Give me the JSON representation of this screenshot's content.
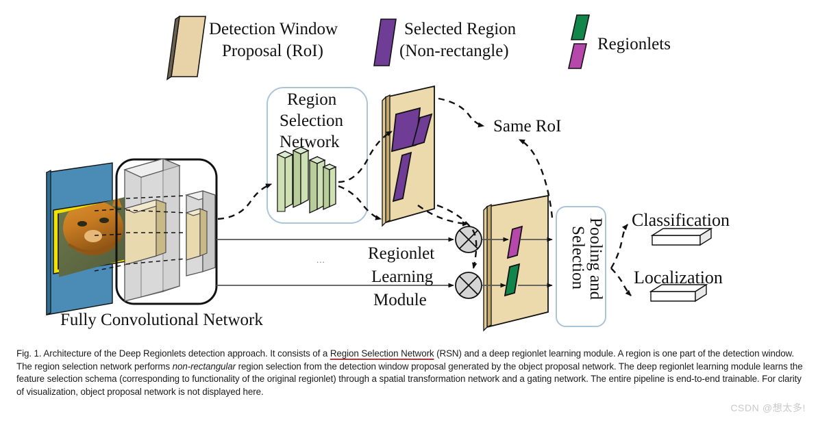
{
  "figure": {
    "legend": [
      {
        "id": "detection-window",
        "label_line1": "Detection Window",
        "label_line2": "Proposal (RoI)",
        "color": "#e8d3a9",
        "shape": "parallelogram"
      },
      {
        "id": "selected-region",
        "label_line1": "Selected Region",
        "label_line2": "(Non-rectangle)",
        "color": "#6f3d96",
        "shape": "parallelogram"
      },
      {
        "id": "regionlets",
        "label_line1": "Regionlets",
        "label_line2": "",
        "color_top": "#11854a",
        "color_bottom": "#b548aa",
        "shape": "parallelogram-pair"
      }
    ],
    "blocks": {
      "fcn_label": "Fully Convolutional Network",
      "rsn_line1": "Region",
      "rsn_line2": "Selection",
      "rsn_line3": "Network",
      "same_roi": "Same RoI",
      "rlm_line1": "Regionlet",
      "rlm_line2": "Learning",
      "rlm_line3": "Module",
      "ellipsis": "...",
      "pooling_line1": "Pooling and",
      "pooling_line2": "Selection",
      "classification": "Classification",
      "localization": "Localization"
    },
    "colors": {
      "image_plane": "#4a8cb5",
      "image_frame": "#f2e200",
      "tan_plane": "#ecd9ac",
      "tan_edge": "#b09a63",
      "purple_region": "#6f3d96",
      "green_regionlet": "#11854a",
      "magenta_regionlet": "#b548aa",
      "rsn_slab": "#cfe0b4",
      "rsn_slab_side": "#a9bd88",
      "volume_gray": "#d8d8d8",
      "volume_gray_light": "#ececec",
      "roi_tan": "#e8d9ae",
      "box_border": "#aac4da",
      "gate_circle": "#d4d4d4",
      "stroke": "#111111"
    }
  },
  "caption": {
    "part1": "Fig. 1. Architecture of the Deep Regionlets detection approach. It consists of a ",
    "underlined": "Region Selection Network",
    "part2": " (RSN) and a deep regionlet learning module. A region is one part of the detection window. The region selection network performs ",
    "italic": "non-rectangular",
    "part3": " region selection from the detection window proposal generated by the object proposal network. The deep regionlet learning module learns the feature selection schema (corresponding to functionality of the original regionlet) through a spatial transformation network and a gating network. The entire pipeline is end-to-end trainable. For clarity of visualization, object proposal network is not displayed here."
  },
  "watermark": {
    "text": "CSDN @想太多!"
  }
}
